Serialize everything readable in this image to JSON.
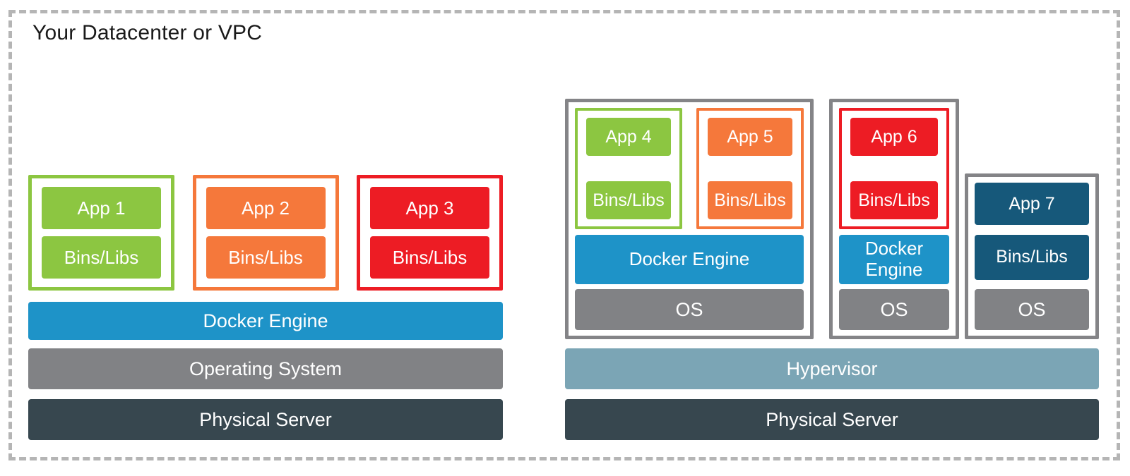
{
  "title": "Your Datacenter or VPC",
  "colors": {
    "green": "#8CC641",
    "orange": "#F5783B",
    "red": "#ED1C24",
    "docker_blue": "#1E93C8",
    "os_gray": "#818285",
    "server_slate": "#37474F",
    "hypervisor_steel": "#7BA5B5",
    "app7_teal": "#16587A",
    "vm_border_gray": "#848487",
    "boundary_dash_gray": "#B5B5B5",
    "label_text": "#FFFFFF",
    "title_text": "#1A1A1A"
  },
  "left": {
    "containers": [
      {
        "app": "App 1",
        "libs": "Bins/Libs"
      },
      {
        "app": "App 2",
        "libs": "Bins/Libs"
      },
      {
        "app": "App 3",
        "libs": "Bins/Libs"
      }
    ],
    "engine": "Docker Engine",
    "os": "Operating System",
    "server": "Physical Server"
  },
  "right": {
    "vms": [
      {
        "containers": [
          {
            "app": "App 4",
            "libs": "Bins/Libs"
          },
          {
            "app": "App 5",
            "libs": "Bins/Libs"
          }
        ],
        "engine": "Docker Engine",
        "os": "OS"
      },
      {
        "containers": [
          {
            "app": "App 6",
            "libs": "Bins/Libs"
          }
        ],
        "engine": "Docker Engine",
        "os": "OS"
      },
      {
        "app": "App 7",
        "libs": "Bins/Libs",
        "os": "OS"
      }
    ],
    "hypervisor": "Hypervisor",
    "server": "Physical Server"
  }
}
